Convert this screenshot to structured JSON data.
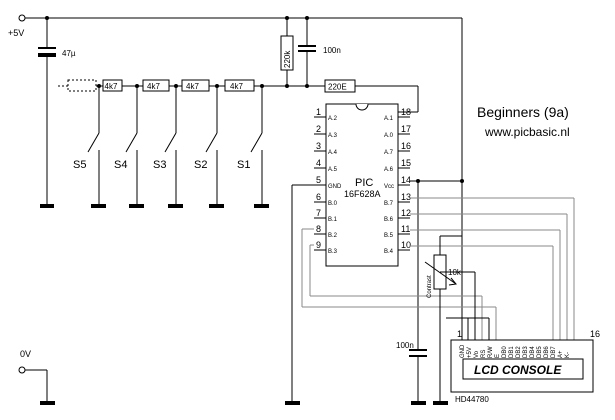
{
  "rails": {
    "vcc": "+5V",
    "gnd": "0V"
  },
  "title": {
    "main": "Beginners (9a)",
    "url": "www.picbasic.nl"
  },
  "components": {
    "c_bulk": "47µ",
    "c_top": "100n",
    "c_bottom": "100n",
    "r_pullup": "220k",
    "r_series": "220E",
    "r_switch": "4k7",
    "pot": "10k",
    "pot_label": "Contrast"
  },
  "switches": [
    "S5",
    "S4",
    "S3",
    "S2",
    "S1"
  ],
  "pic": {
    "line1": "PIC",
    "line2": "16F628A",
    "left_pins": [
      {
        "num": "1",
        "name": "A.2"
      },
      {
        "num": "2",
        "name": "A.3"
      },
      {
        "num": "3",
        "name": "A.4"
      },
      {
        "num": "4",
        "name": "A.5"
      },
      {
        "num": "5",
        "name": "GND"
      },
      {
        "num": "6",
        "name": "B.0"
      },
      {
        "num": "7",
        "name": "B.1"
      },
      {
        "num": "8",
        "name": "B.2"
      },
      {
        "num": "9",
        "name": "B.3"
      }
    ],
    "right_pins": [
      {
        "num": "18",
        "name": "A.1"
      },
      {
        "num": "17",
        "name": "A.0"
      },
      {
        "num": "16",
        "name": "A.7"
      },
      {
        "num": "15",
        "name": "A.6"
      },
      {
        "num": "14",
        "name": "Vcc"
      },
      {
        "num": "13",
        "name": "B.7"
      },
      {
        "num": "12",
        "name": "B.6"
      },
      {
        "num": "11",
        "name": "B.5"
      },
      {
        "num": "10",
        "name": "B.4"
      }
    ]
  },
  "lcd": {
    "title": "LCD CONSOLE",
    "part": "HD44780",
    "pin_first": "1",
    "pin_last": "16",
    "pins": [
      "GND",
      "+5V",
      "Vo",
      "RS",
      "R/W",
      "E",
      "DB0",
      "DB1",
      "DB2",
      "DB3",
      "DB4",
      "DB5",
      "DB6",
      "DB7",
      "A+",
      "K-"
    ]
  }
}
